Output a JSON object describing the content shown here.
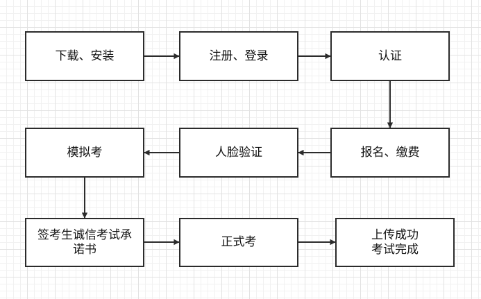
{
  "nodes": {
    "download_install": "下载、安装",
    "register_login": "注册、登录",
    "verify": "认证",
    "apply_pay": "报名、缴费",
    "face_verify": "人脸验证",
    "mock_exam": "模拟考",
    "integrity_pledge": "签考生诚信考试承\n诺书",
    "formal_exam": "正式考",
    "upload_done": "上传成功\n考试完成"
  },
  "colors": {
    "stroke": "#2b2b2b",
    "grid": "#e2e2e2"
  }
}
